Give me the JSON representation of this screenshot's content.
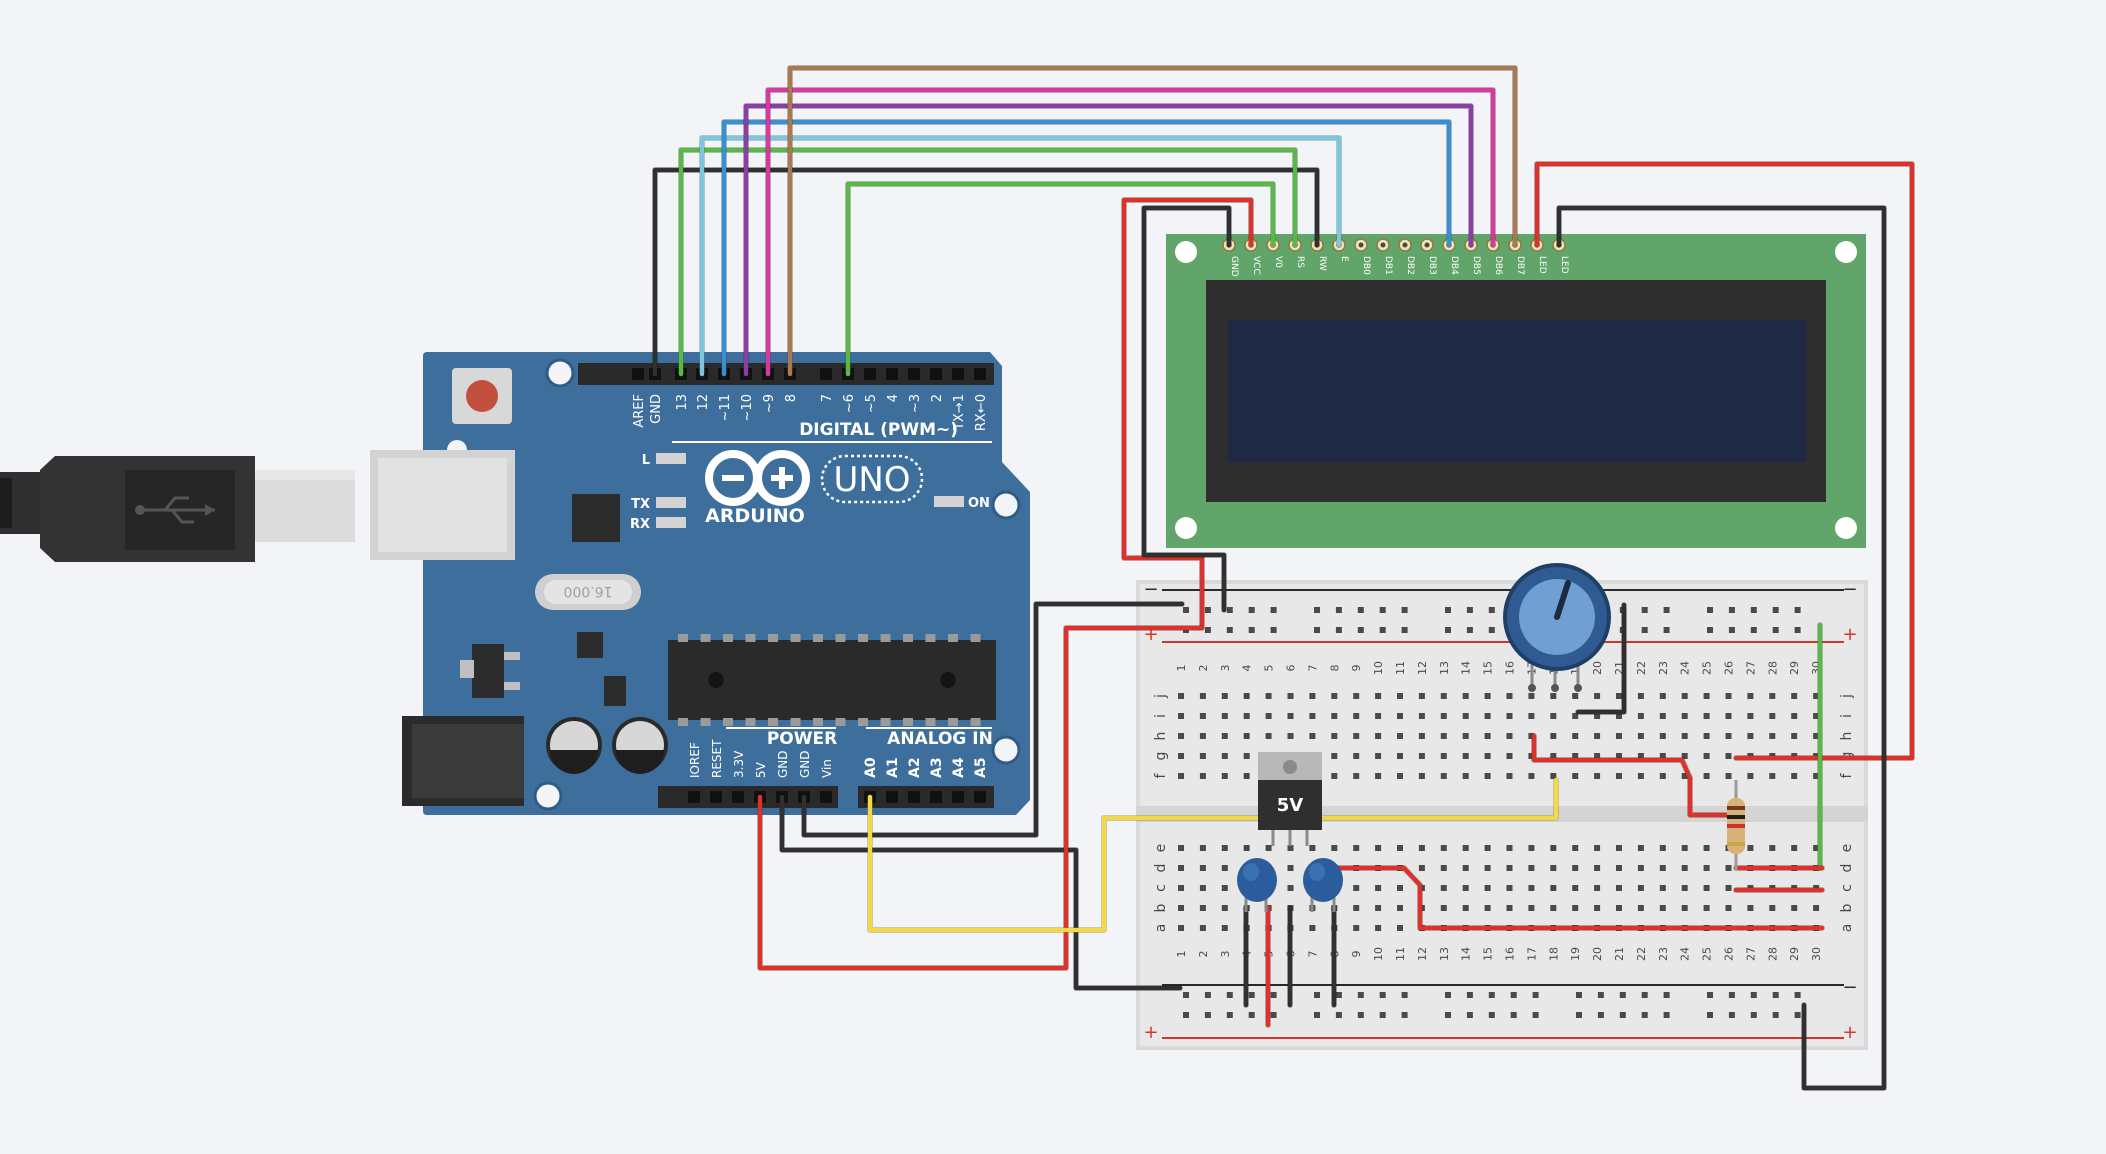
{
  "arduino": {
    "brand": "ARDUINO",
    "model": "UNO",
    "digital_header": "DIGITAL (PWM~)",
    "power_header": "POWER",
    "analog_header": "ANALOG IN",
    "on_label": "ON",
    "led_l": "L",
    "led_tx": "TX",
    "led_rx": "RX",
    "crystal_label": "16.000",
    "digital_pins": [
      "AREF",
      "GND",
      "13",
      "12",
      "~11",
      "~10",
      "~9",
      "8",
      "7",
      "~6",
      "~5",
      "4",
      "~3",
      "2",
      "TX→1",
      "RX←0"
    ],
    "power_pins": [
      "IOREF",
      "RESET",
      "3.3V",
      "5V",
      "GND",
      "GND",
      "Vin"
    ],
    "analog_pins": [
      "A0",
      "A1",
      "A2",
      "A3",
      "A4",
      "A5"
    ]
  },
  "lcd": {
    "pins": [
      "GND",
      "VCC",
      "V0",
      "RS",
      "RW",
      "E",
      "DB0",
      "DB1",
      "DB2",
      "DB3",
      "DB4",
      "DB5",
      "DB6",
      "DB7",
      "LED",
      "LED"
    ]
  },
  "breadboard": {
    "rows_top": [
      "j",
      "i",
      "h",
      "g",
      "f"
    ],
    "rows_bottom": [
      "e",
      "d",
      "c",
      "b",
      "a"
    ],
    "columns": [
      "1",
      "2",
      "3",
      "4",
      "5",
      "6",
      "7",
      "8",
      "9",
      "10",
      "11",
      "12",
      "13",
      "14",
      "15",
      "16",
      "17",
      "18",
      "19",
      "20",
      "21",
      "22",
      "23",
      "24",
      "25",
      "26",
      "27",
      "28",
      "29",
      "30"
    ],
    "rail_minus": "−",
    "rail_plus": "+"
  },
  "regulator": {
    "label": "5V"
  },
  "colors": {
    "board_blue": "#3e6f9c",
    "wire_black": "#303030",
    "wire_red": "#d8332c",
    "wire_green": "#5bb74a",
    "wire_lightblue": "#7fc6dc",
    "wire_blue": "#3a8fcf",
    "wire_purple": "#8a3fa3",
    "wire_magenta": "#d33c9e",
    "wire_brown": "#a87a52",
    "wire_yellow": "#f3d94a",
    "lcd_green": "#62a56a",
    "lcd_screen": "#1f2944"
  }
}
